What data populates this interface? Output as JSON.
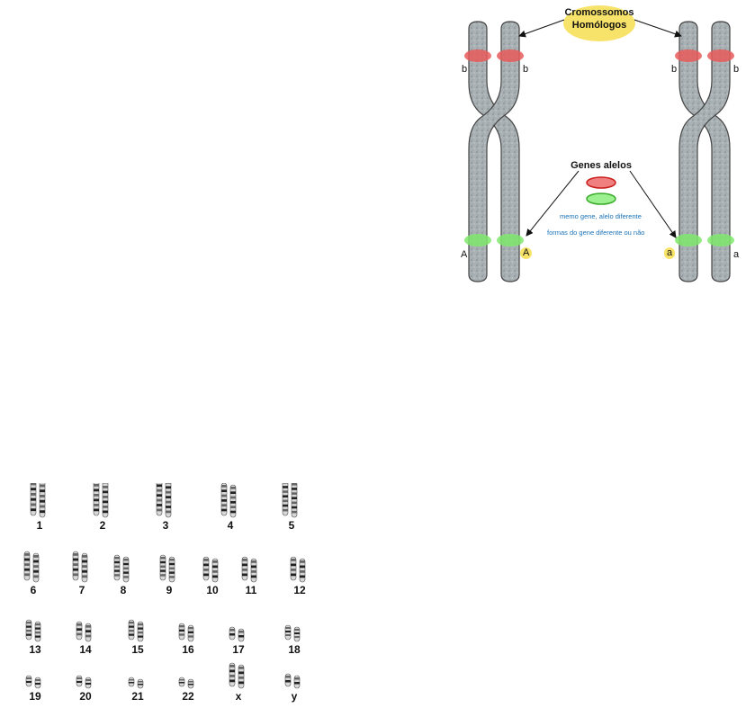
{
  "homologs": {
    "title_line1": "Cromossomos",
    "title_line2": "Homólogos",
    "alleles_title": "Genes alelos",
    "note1": "memo gene, alelo diferente",
    "note2": "formas do gene diferente ou não",
    "labels": {
      "b1": "b",
      "b2": "b",
      "b3": "b",
      "b4": "b",
      "A1": "A",
      "A2": "A",
      "a1": "a",
      "a2": "a"
    },
    "colors": {
      "red_band": "#e85a5a",
      "green_band": "#7ee86b",
      "chromosome": "#a9b1b4",
      "highlight": "#f7e36a",
      "note_text": "#1b73b8"
    }
  },
  "karyotype": {
    "labels": [
      "1",
      "2",
      "3",
      "4",
      "5",
      "6",
      "7",
      "8",
      "9",
      "10",
      "11",
      "12",
      "13",
      "14",
      "15",
      "16",
      "17",
      "18",
      "19",
      "20",
      "21",
      "22",
      "x",
      "y"
    ]
  }
}
